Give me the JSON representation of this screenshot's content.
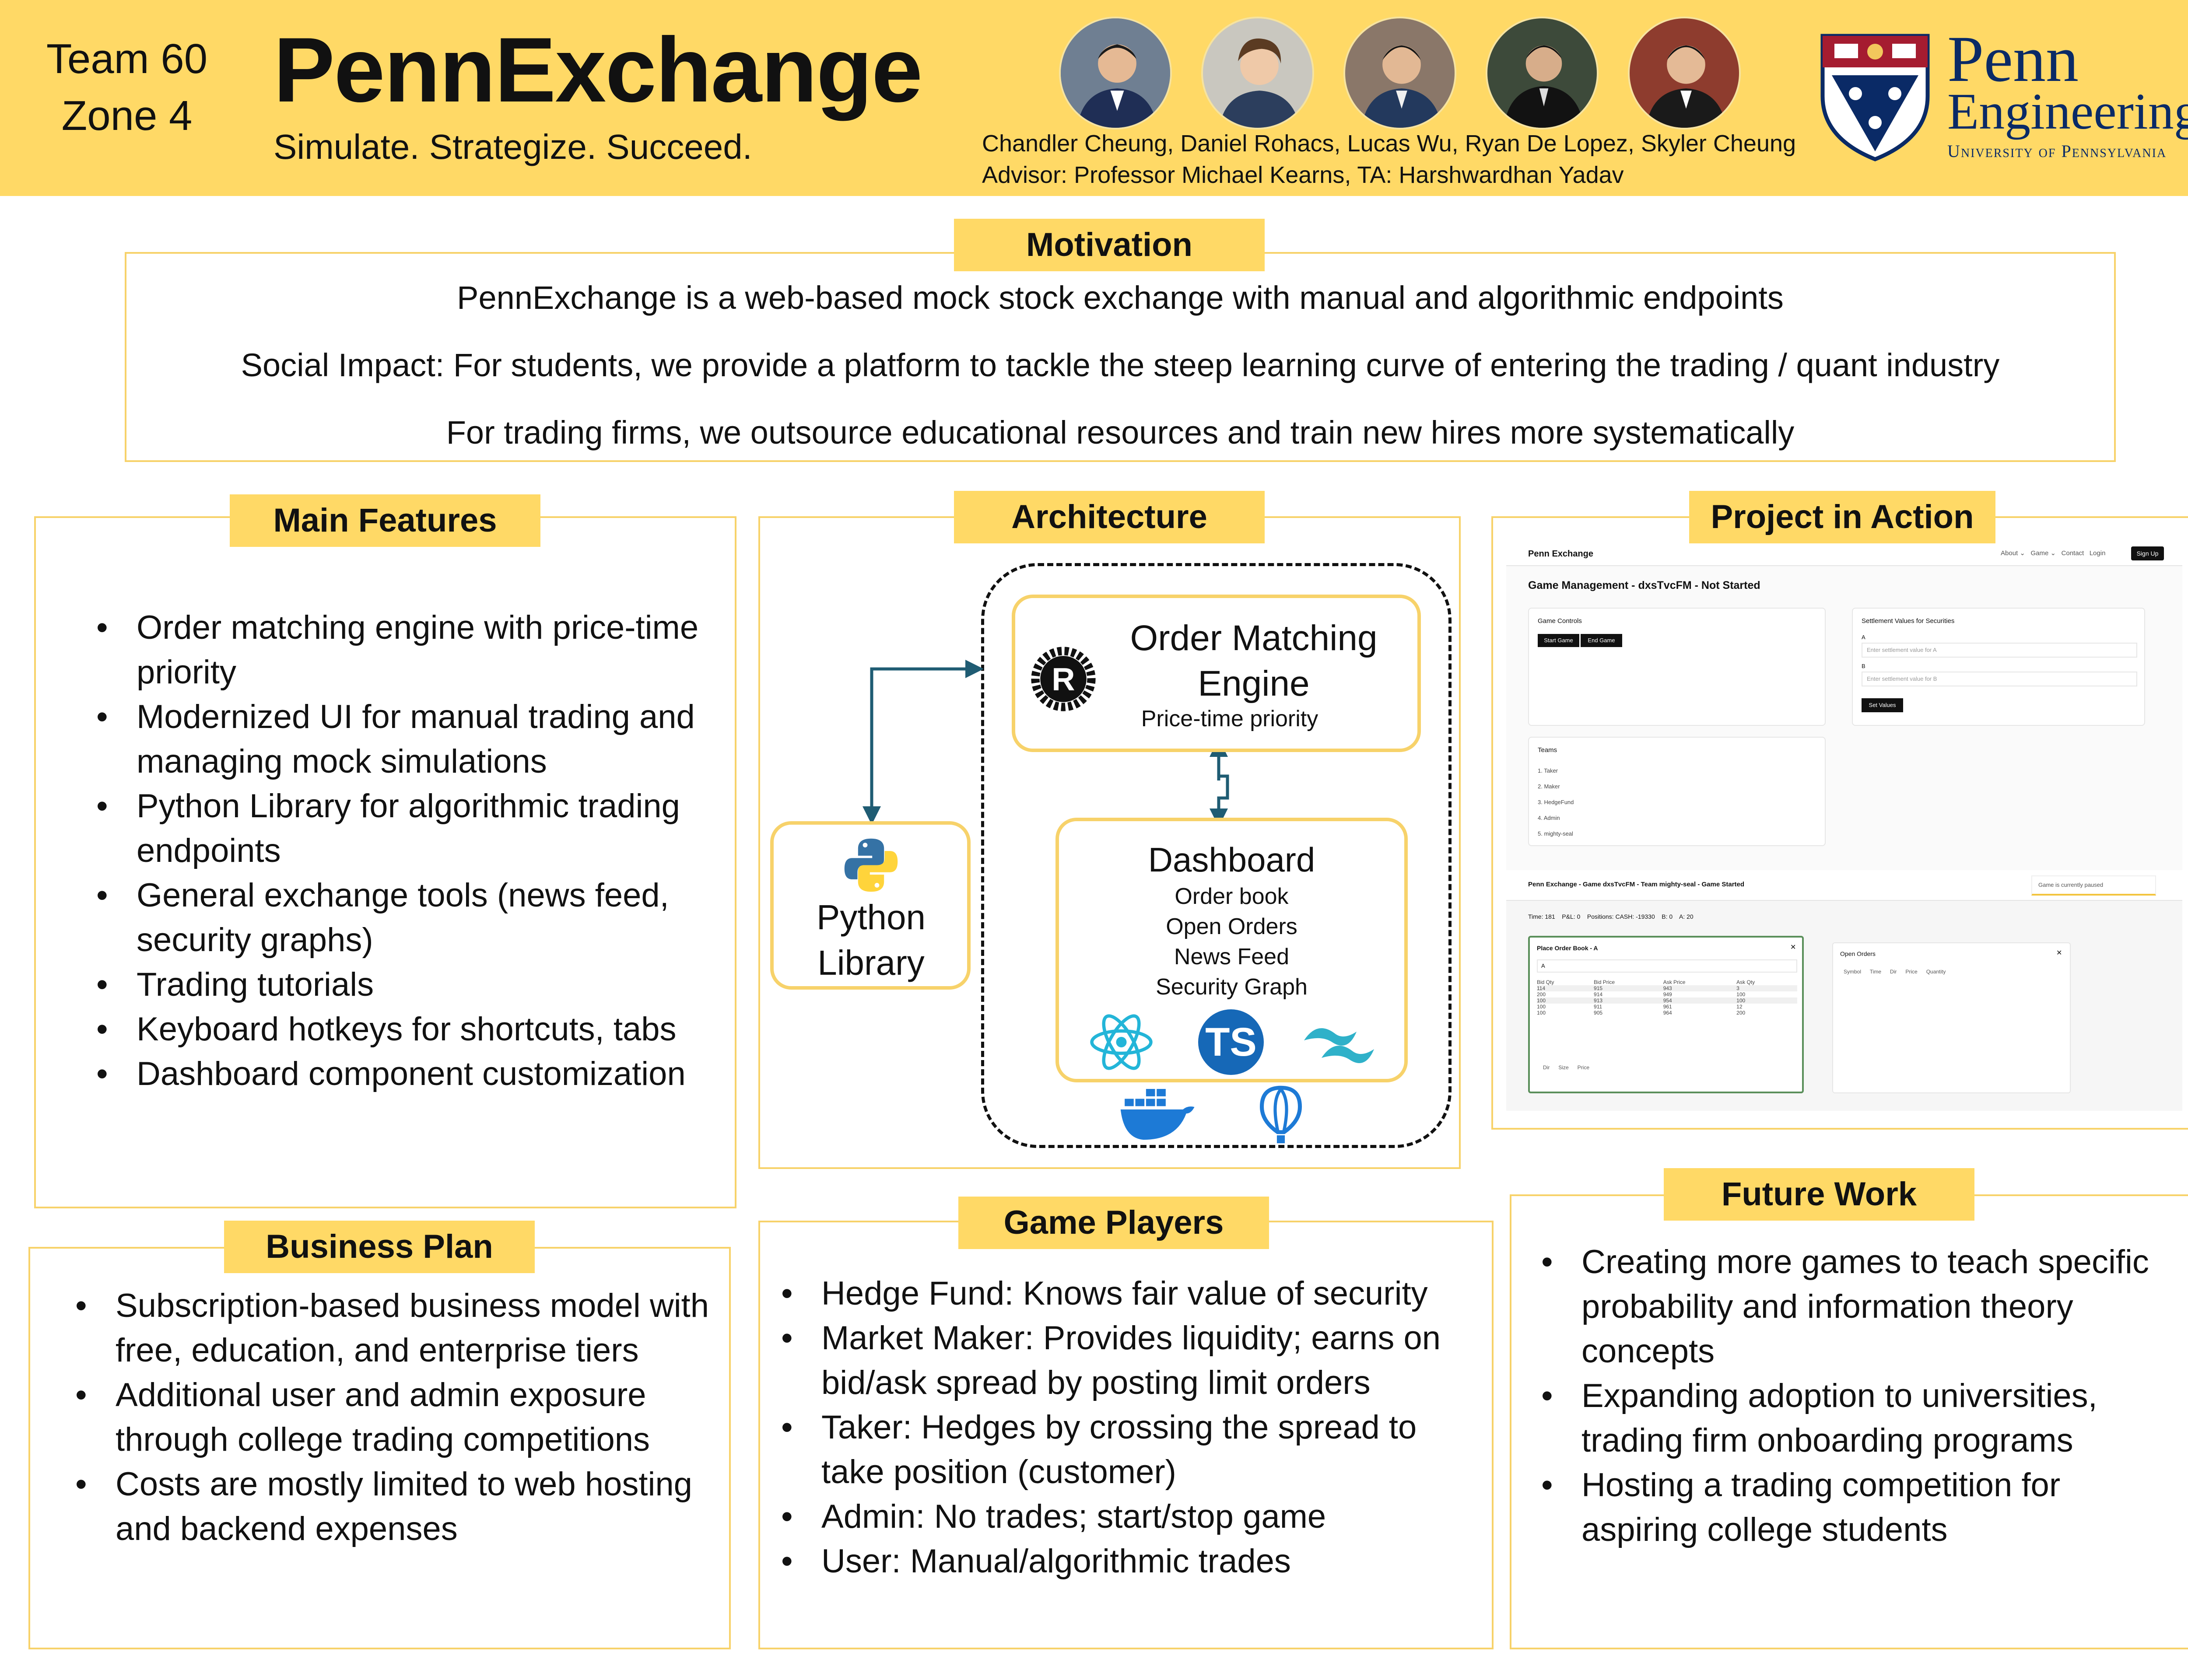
{
  "header": {
    "team": "Team 60",
    "zone": "Zone 4",
    "title": "PennExchange",
    "tagline": "Simulate. Strategize. Succeed.",
    "members": "Chandler Cheung, Daniel Rohacs, Lucas Wu, Ryan De Lopez, Skyler Cheung",
    "advisor": "Advisor: Professor Michael Kearns, TA: Harshwardhan Yadav",
    "logo_line1": "Penn",
    "logo_line2": "Engineering",
    "logo_line3": "University of Pennsylvania"
  },
  "motivation": {
    "title": "Motivation",
    "lines": [
      "PennExchange is a web-based mock stock exchange with manual and algorithmic endpoints",
      "Social Impact: For students, we provide a platform to tackle the steep learning curve of entering the trading / quant industry",
      "For trading firms, we outsource educational resources and train new hires more systematically"
    ]
  },
  "features": {
    "title": "Main Features",
    "items": [
      "Order matching engine with price-time priority",
      "Modernized UI for manual trading and managing mock simulations",
      "Python Library for algorithmic trading endpoints",
      "General exchange tools (news feed, security graphs)",
      "Trading tutorials",
      "Keyboard hotkeys for shortcuts, tabs",
      "Dashboard component customization"
    ]
  },
  "architecture": {
    "title": "Architecture",
    "engine_title": "Order Matching Engine",
    "engine_sub": "Price-time priority",
    "dashboard_title": "Dashboard",
    "dashboard_items": [
      "Order book",
      "Open Orders",
      "News Feed",
      "Security Graph"
    ],
    "python_title": "Python Library",
    "ts_label": "TS"
  },
  "project": {
    "title": "Project in Action",
    "s1": {
      "brand": "Penn Exchange",
      "nav": "About ⌄   Game ⌄   Contact   Login",
      "signup": "Sign Up",
      "heading": "Game Management - dxsTvcFM - Not Started",
      "controls": "Game Controls",
      "start": "Start Game",
      "end": "End Game",
      "settle": "Settlement Values for Securities",
      "a": "A",
      "a_ph": "Enter settlement value for A",
      "b": "B",
      "b_ph": "Enter settlement value for B",
      "set": "Set Values",
      "teams": "Teams",
      "team_list": [
        "1. Taker",
        "2. Maker",
        "3. HedgeFund",
        "4. Admin",
        "5. mighty-seal"
      ]
    },
    "s2": {
      "heading": "Penn Exchange - Game dxsTvcFM - Team mighty-seal - Game Started",
      "paused": "Game is currently paused",
      "stats": "Time: 181    P&L: 0    Positions: CASH: -19330    B: 0    A: 20",
      "book_title": "Place Order Book - A",
      "book_sel": "A",
      "cols": [
        "Bid Qty",
        "Bid Price",
        "Ask Price",
        "Ask Qty"
      ],
      "rows": [
        [
          "114",
          "915",
          "943",
          "3"
        ],
        [
          "200",
          "914",
          "949",
          "100"
        ],
        [
          "100",
          "913",
          "954",
          "100"
        ],
        [
          "100",
          "911",
          "961",
          "12"
        ],
        [
          "100",
          "905",
          "964",
          "200"
        ]
      ],
      "form": "Dir      Size      Price",
      "open_title": "Open Orders",
      "open_cols": "Symbol      Time      Dir      Price      Quantity"
    }
  },
  "business": {
    "title": "Business Plan",
    "items": [
      "Subscription-based business model with free, education, and enterprise tiers",
      "Additional user and admin exposure through college trading competitions",
      "Costs are mostly limited to web hosting and backend expenses"
    ]
  },
  "players": {
    "title": "Game Players",
    "items": [
      "Hedge Fund: Knows fair value of security",
      "Market Maker: Provides liquidity; earns on bid/ask spread by posting limit orders",
      "Taker: Hedges by crossing the spread to take position (customer)",
      "Admin: No trades; start/stop game",
      "User: Manual/algorithmic trades"
    ]
  },
  "future": {
    "title": "Future Work",
    "items": [
      "Creating more games to teach specific probability and information theory concepts",
      "Expanding adoption to universities, trading firm onboarding programs",
      "Hosting a trading competition for aspiring college students"
    ]
  },
  "colors": {
    "accent": "#ffd966",
    "border": "#f7d26a",
    "penn_blue": "#0a2a66",
    "arrow": "#1f5c73"
  }
}
